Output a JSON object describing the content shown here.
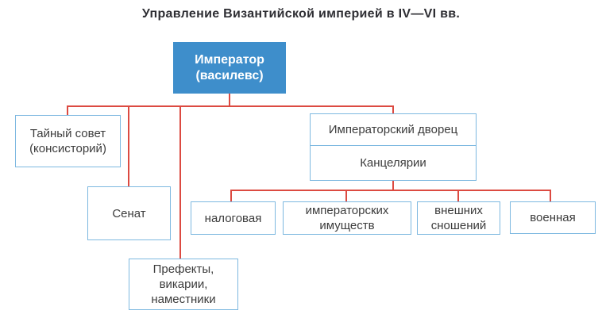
{
  "title": "Управление Византийской империей в IV—VI вв.",
  "colors": {
    "emperor_box_fill": "#3e8ecb",
    "emperor_text": "#ffffff",
    "box_border": "#7db8e0",
    "connector_line": "#dc4a41",
    "text": "#3c3c3c"
  },
  "diagram_type": "org-chart",
  "nodes": {
    "emperor": {
      "line1": "Император",
      "line2": "(василевс)"
    },
    "secret_council": {
      "line1": "Тайный совет",
      "line2": "(консисторий)"
    },
    "senate": {
      "label": "Сенат"
    },
    "prefects": {
      "line1": "Префекты,",
      "line2": "викарии,",
      "line3": "наместники"
    },
    "imperial_palace": {
      "label": "Императорский дворец"
    },
    "chancelleries": {
      "label": "Канцелярии"
    },
    "chancellery_tax": {
      "label": "налоговая"
    },
    "chancellery_imperial_property": {
      "line1": "императорских",
      "line2": "имуществ"
    },
    "chancellery_foreign_relations": {
      "line1": "внешних",
      "line2": "сношений"
    },
    "chancellery_military": {
      "label": "военная"
    }
  },
  "hierarchy": {
    "root": "Император (василевс)",
    "children_of_root": [
      "Тайный совет (консисторий)",
      "Сенат",
      "Префекты, викарии, наместники",
      "Императорский дворец"
    ],
    "children_of_palace": [
      "Канцелярии"
    ],
    "children_of_chancelleries": [
      "налоговая",
      "императорских имуществ",
      "внешних сношений",
      "военная"
    ]
  }
}
